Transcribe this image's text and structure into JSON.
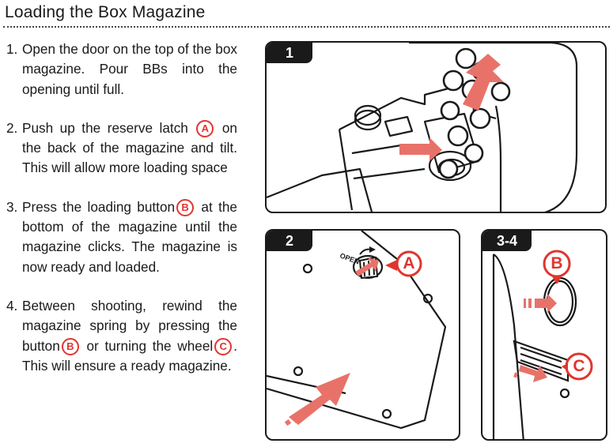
{
  "title": "Loading the Box Magazine",
  "steps": [
    {
      "num": "1.",
      "text": "Open the door on the top of the box magazine. Pour BBs into the opening until full."
    },
    {
      "num": "2.",
      "text_a": "Push up the reserve latch ",
      "badge": "A",
      "text_b": " on the back of the magazine and tilt. This will allow more loading space"
    },
    {
      "num": "3.",
      "text_a": "Press the loading button",
      "badge": "B",
      "text_b": " at the bottom of the magazine until the magazine clicks. The magazine is now ready and loaded."
    },
    {
      "num": "4.",
      "text_a": "Between shooting, rewind the magazine spring by pressing the button",
      "badge": "B",
      "text_b": " or turning the wheel",
      "badge2": "C",
      "text_c": ". This will ensure a ready magazine."
    }
  ],
  "panels": {
    "p1": {
      "tag": "1"
    },
    "p2": {
      "tag": "2",
      "callout": "A",
      "open_label": "OPEN"
    },
    "p34": {
      "tag": "3-4",
      "callout_b": "B",
      "callout_c": "C"
    }
  },
  "colors": {
    "accent": "#e0352f",
    "arrow": "#e8726a",
    "ink": "#1a1a1a"
  }
}
